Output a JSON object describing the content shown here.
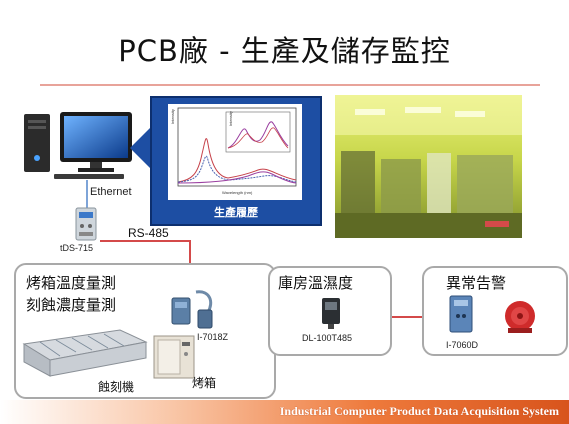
{
  "title": "PCB廠 - 生產及儲存監控",
  "footer": {
    "text": "Industrial Computer Product Data Acquisition System"
  },
  "computer": {
    "link_label": "Ethernet"
  },
  "gateway": {
    "model": "tDS-715",
    "bus_label": "RS-485"
  },
  "history_panel": {
    "caption": "生產履歷",
    "chart": {
      "xlabel": "Wavelength (nm)",
      "ylabel": "Intensity",
      "inset_ylabel": "Intensity"
    }
  },
  "panels": {
    "oven": {
      "line1": "烤箱溫度量測",
      "line2": "刻蝕濃度量測",
      "device": "I-7018Z",
      "etcher_label": "蝕刻機",
      "oven_label": "烤箱"
    },
    "warehouse": {
      "title": "庫房溫濕度",
      "device": "DL-100T485"
    },
    "alarm": {
      "title": "異常告警",
      "device": "I-7060D"
    }
  },
  "colors": {
    "link": "#d44a4a",
    "panel_blue": "#1d4ea3",
    "footer_accent": "#d8541c"
  }
}
